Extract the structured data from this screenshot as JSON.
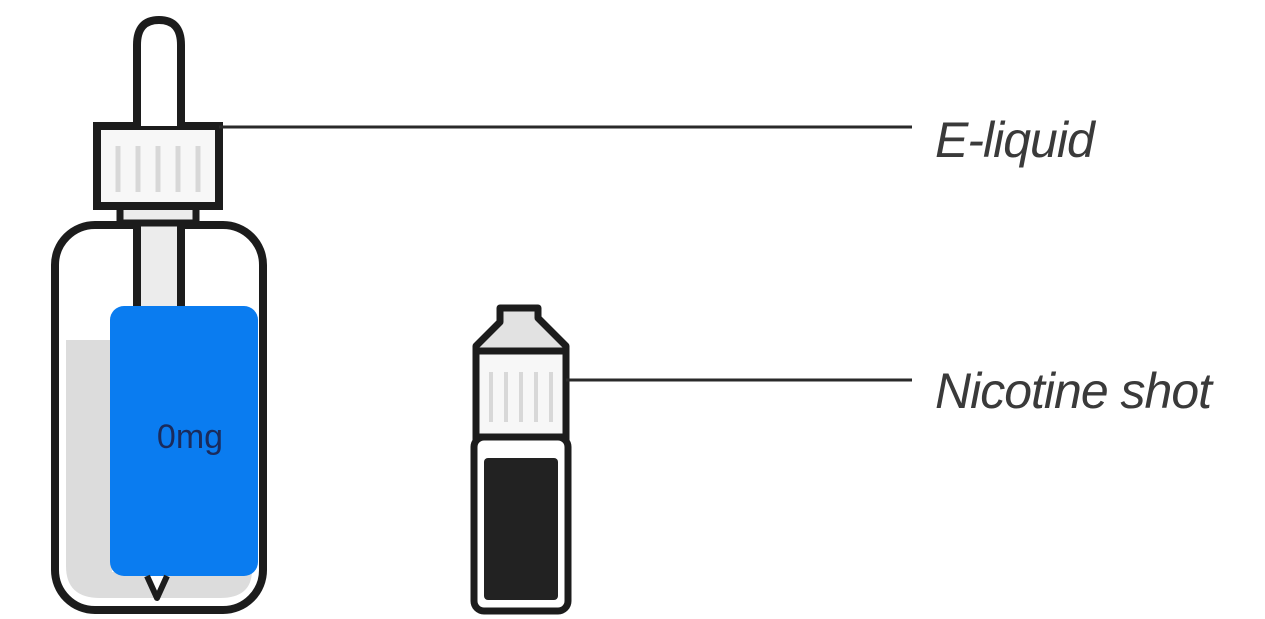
{
  "labels": {
    "eliquid": "E-liquid",
    "nicotine_shot": "Nicotine shot",
    "strength": "0mg"
  },
  "colors": {
    "outline": "#1c1c1c",
    "liquid_blue": "#0a7cf0",
    "glass_grey": "#dcdcdc",
    "cap_fill": "#f7f7f7",
    "shot_liquid": "#222222",
    "label_text": "#3a3a3a",
    "strength_text": "#1a2b5c"
  }
}
